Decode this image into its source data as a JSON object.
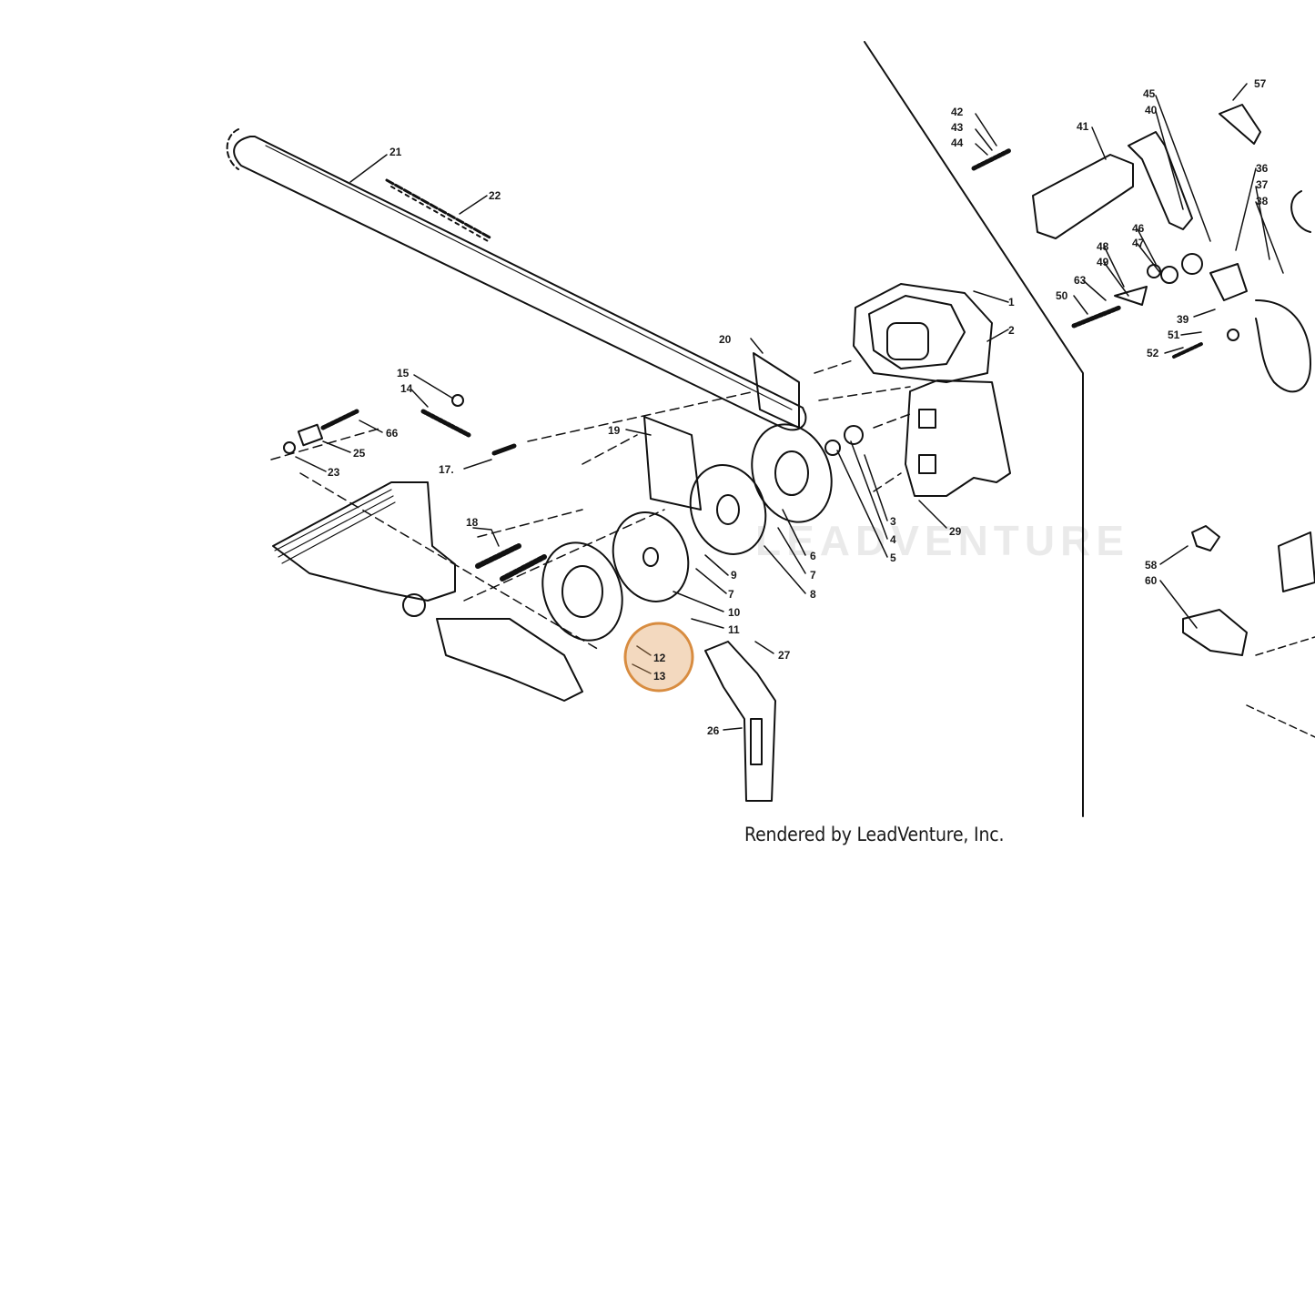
{
  "watermark": "LEADVENTURE",
  "credit": "Rendered by LeadVenture, Inc.",
  "highlight": {
    "color": "#e0a060",
    "labels": [
      "12",
      "13"
    ]
  },
  "callouts": {
    "c1": "1",
    "c2": "2",
    "c3": "3",
    "c4": "4",
    "c5": "5",
    "c6": "6",
    "c7": "7",
    "c7b": "7",
    "c8": "8",
    "c9": "9",
    "c10": "10",
    "c11": "11",
    "c12": "12",
    "c13": "13",
    "c14": "14",
    "c15": "15",
    "c17": "17.",
    "c18": "18",
    "c19": "19",
    "c20": "20",
    "c21": "21",
    "c22": "22",
    "c23": "23",
    "c25": "25",
    "c26": "26",
    "c27": "27",
    "c29": "29",
    "c36": "36",
    "c37": "37",
    "c38": "38",
    "c39": "39",
    "c40": "40",
    "c41": "41",
    "c42": "42",
    "c43": "43",
    "c44": "44",
    "c45": "45",
    "c46": "46",
    "c47": "47",
    "c48": "48",
    "c49": "49",
    "c50": "50",
    "c51": "51",
    "c52": "52",
    "c57": "57",
    "c58": "58",
    "c60": "60",
    "c63": "63",
    "c66": "66"
  }
}
